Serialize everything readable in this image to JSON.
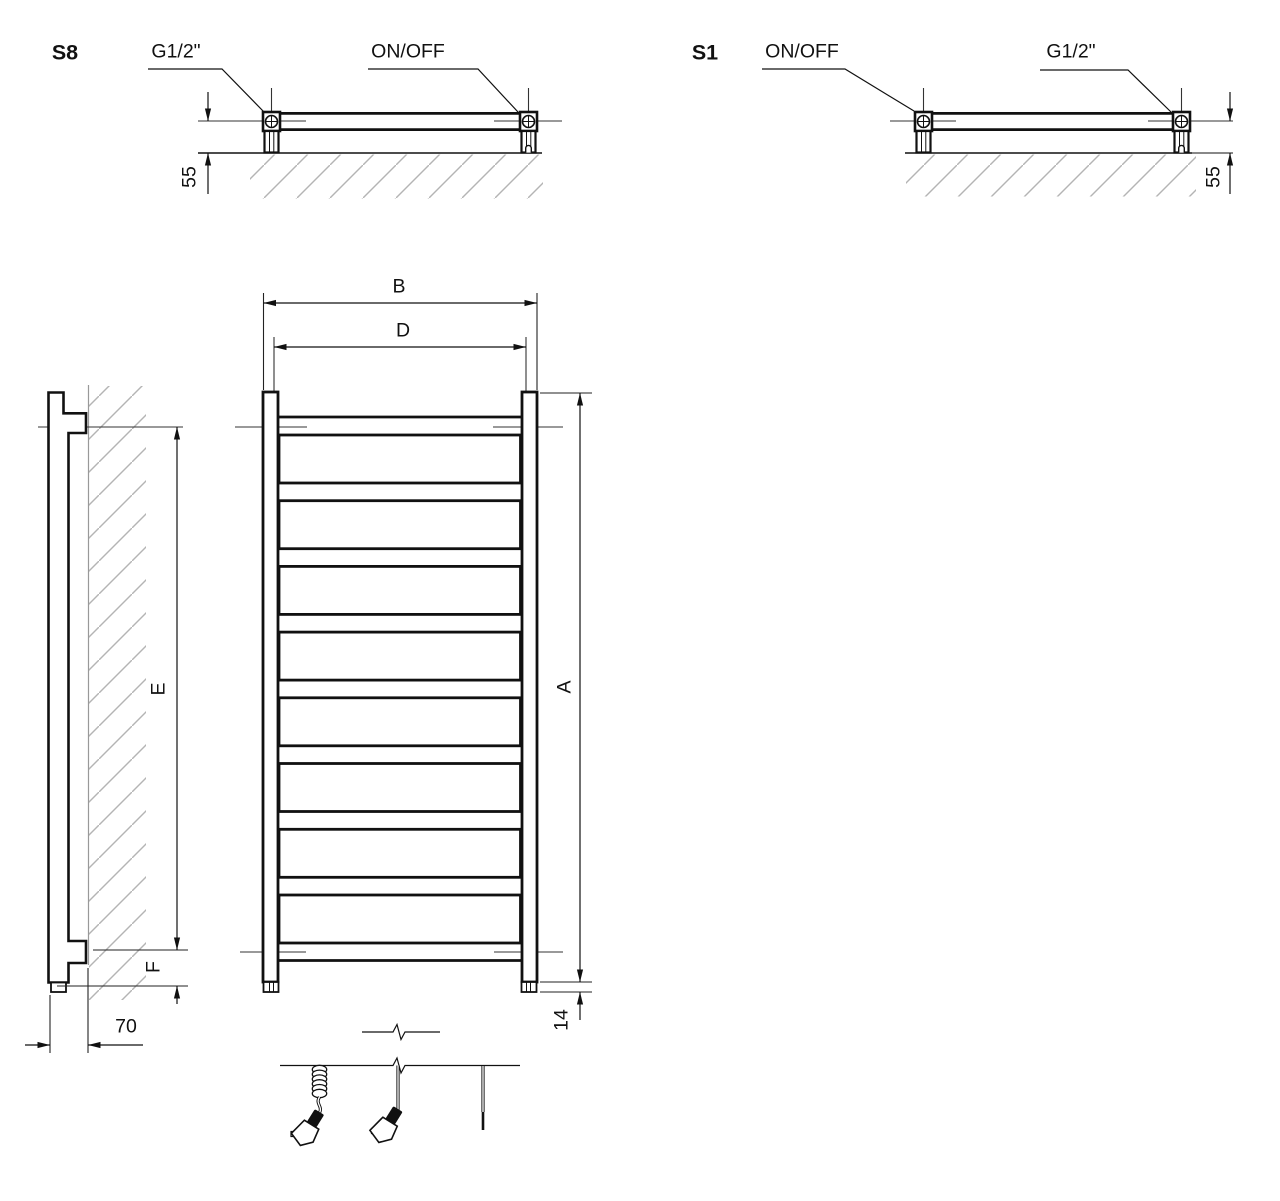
{
  "drawing": {
    "views": {
      "s8": {
        "label": "S8",
        "port_g": "G1/2\"",
        "port_onoff": "ON/OFF",
        "dim_wall": "55"
      },
      "s1": {
        "label": "S1",
        "port_onoff": "ON/OFF",
        "port_g": "G1/2\"",
        "dim_wall": "55"
      },
      "front": {
        "dim_overall_width": "B",
        "dim_connection_width": "D",
        "dim_overall_height": "A",
        "dim_foot": "14",
        "rung_count": 8
      },
      "side": {
        "dim_mount_span": "E",
        "dim_bottom_offset": "F",
        "dim_depth": "70"
      }
    }
  }
}
